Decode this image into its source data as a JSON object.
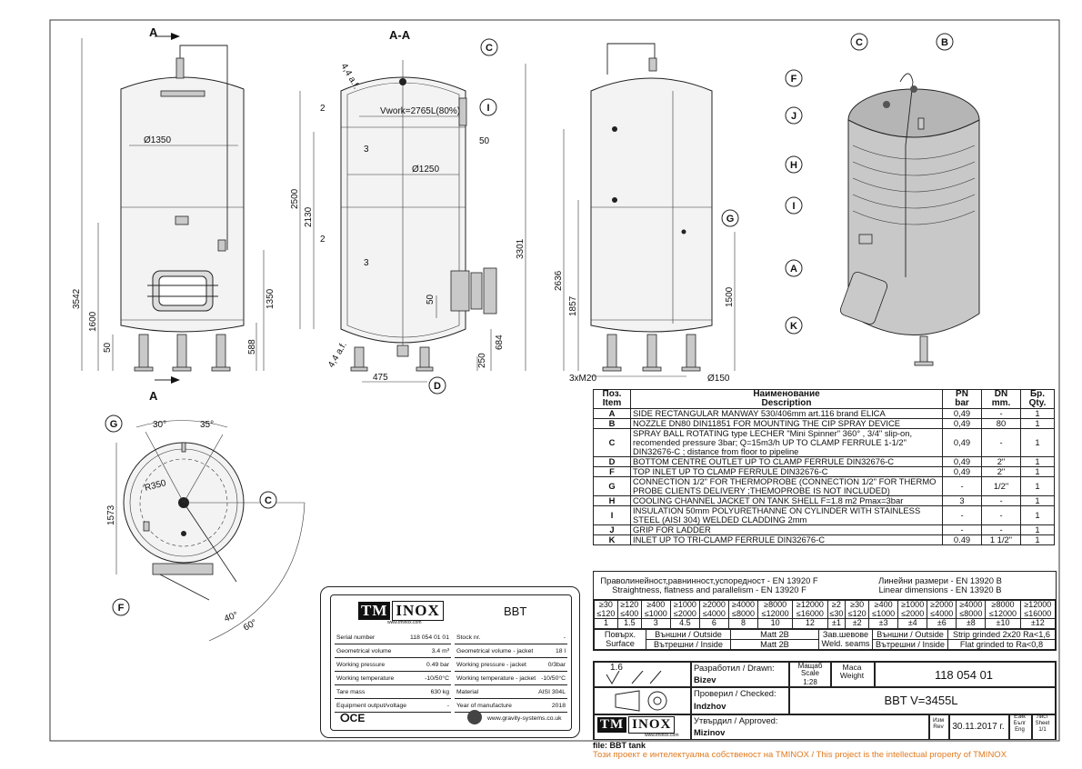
{
  "views": {
    "section_label_top": "A",
    "section_label_bottom": "A",
    "section_title": "A-A",
    "front": {
      "diameter": "Ø1350",
      "height_total": "3542",
      "height_1600": "1600",
      "height_50": "50",
      "height_1350": "1350",
      "height_588": "588"
    },
    "section": {
      "weld_top": "4,4 a.f.",
      "weld_bottom": "4,4 a.f.",
      "vwork": "Vwork=2765L(80%)",
      "dim_2_top": "2",
      "dim_3_top": "3",
      "dim_50_right": "50",
      "diameter_inner": "Ø1250",
      "height_2500": "2500",
      "height_2130": "2130",
      "dim_2_mid": "2",
      "dim_3_mid": "3",
      "height_3301": "3301",
      "height_50": "50",
      "height_684": "684",
      "height_250": "250",
      "dim_475": "475"
    },
    "side": {
      "height_2636": "2636",
      "height_1857": "1857",
      "height_1500": "1500",
      "legs": "3xM20",
      "leg_dia": "Ø150"
    },
    "plan": {
      "angle_30": "30°",
      "angle_35": "35°",
      "radius": "R350",
      "height_1573": "1573",
      "angle_40": "40°",
      "angle_60": "60°"
    },
    "callouts": [
      "A",
      "B",
      "C",
      "D",
      "F",
      "G",
      "H",
      "I",
      "J",
      "K"
    ]
  },
  "parts_table": {
    "head_pos": "Поз.",
    "head_item": "Item",
    "head_name": "Наименование",
    "head_desc": "Description",
    "head_pn": "PN",
    "head_bar": "bar",
    "head_dn": "DN",
    "head_mm": "mm.",
    "head_qty_bg": "Бр.",
    "head_qty": "Qty.",
    "rows": [
      {
        "item": "A",
        "desc": "SIDE RECTANGULAR MANWAY 530/406mm art.116 brand ELICA",
        "pn": "0,49",
        "dn": "-",
        "qty": "1"
      },
      {
        "item": "B",
        "desc": "NOZZLE DN80 DIN11851 FOR MOUNTING THE CIP SPRAY DEVICE",
        "pn": "0,49",
        "dn": "80",
        "qty": "1"
      },
      {
        "item": "C",
        "desc": "SPRAY BALL ROTATING type LECHER \"Mini Spinner\" 360° , 3/4\" slip-on, recomended pressure 3bar; Q=15m3/h UP TO CLAMP FERRULE 1-1/2\" DIN32676-C ; distance from floor to pipeline",
        "pn": "0,49",
        "dn": "-",
        "qty": "1"
      },
      {
        "item": "D",
        "desc": "BOTTOM CENTRE OUTLET UP TO CLAMP FERRULE DIN32676-C",
        "pn": "0,49",
        "dn": "2\"",
        "qty": "1"
      },
      {
        "item": "F",
        "desc": "TOP INLET UP TO CLAMP FERRULE DIN32676-C",
        "pn": "0,49",
        "dn": "2\"",
        "qty": "1"
      },
      {
        "item": "G",
        "desc": "CONNECTION 1/2\" FOR THERMOPROBE (CONNECTION 1/2\" FOR THERMO PROBE CLIENTS DELIVERY ;THEMOPROBE IS NOT INCLUDED)",
        "pn": "-",
        "dn": "1/2\"",
        "qty": "1"
      },
      {
        "item": "H",
        "desc": "COOLING CHANNEL JACKET ON TANK SHELL F=1.8 m2 Pmax=3bar",
        "pn": "3",
        "dn": "-",
        "qty": "1"
      },
      {
        "item": "I",
        "desc": "INSULATION 50mm POLYURETHANNE ON CYLINDER WITH STAINLESS STEEL (AISI 304) WELDED CLADDING 2mm",
        "pn": "-",
        "dn": "-",
        "qty": "1"
      },
      {
        "item": "J",
        "desc": "GRIP FOR LADDER",
        "pn": "-",
        "dn": "-",
        "qty": "1"
      },
      {
        "item": "K",
        "desc": "INLET UP TO TRI-CLAMP FERRULE DIN32676-C",
        "pn": "0.49",
        "dn": "1 1/2\"",
        "qty": "1"
      }
    ]
  },
  "tolerances": {
    "left_line1": "Праволинейност,равнинност,успоредност - EN 13920 F",
    "left_line2": "Straightness, flatness and parallelism - EN 13920 F",
    "right_line1": "Линейни размери - EN 13920 B",
    "right_line2": "Linear dimensions - EN 13920 B",
    "ranges_left": [
      "≥30\n≤120",
      "≥120\n≤400",
      "≥400\n≤1000",
      "≥1000\n≤2000",
      "≥2000\n≤4000",
      "≥4000\n≤8000",
      "≥8000\n≤12000",
      "≥12000\n≤16000"
    ],
    "ranges_right": [
      "≥2\n≤30",
      "≥30\n≤120",
      "≥400\n≤1000",
      "≥1000\n≤2000",
      "≥2000\n≤4000",
      "≥4000\n≤8000",
      "≥8000\n≤12000",
      "≥12000\n≤16000"
    ],
    "values_left": [
      "1",
      "1.5",
      "3",
      "4.5",
      "6",
      "8",
      "10",
      "12"
    ],
    "values_right": [
      "±1",
      "±2",
      "±3",
      "±4",
      "±6",
      "±8",
      "±10",
      "±12"
    ]
  },
  "surface": {
    "label_bg": "Повърх.",
    "label_en": "Surface",
    "outside": "Външни / Outside",
    "inside": "Вътрешни / Inside",
    "out_val": "Matt 2B",
    "in_val": "Matt 2B",
    "weld_bg": "Зав.шевове",
    "weld_en": "Weld. seams",
    "weld_out": "Външни / Outside",
    "weld_in": "Вътрешни / Inside",
    "weld_out_val": "Strip grinded 2x20 Ra<1,6",
    "weld_in_val": "Flat grinded to Ra<0,8"
  },
  "title_block": {
    "roughness": "1.6",
    "drawn_label": "Разработил / Drawn:",
    "drawn_name": "Bizev",
    "scale_label": "Мащаб\nScale",
    "scale_val": "1:28",
    "weight_label": "Маса\nWeight",
    "drawing_no": "118 054 01",
    "checked_label": "Проверил / Checked:",
    "checked_name": "Indzhov",
    "title": "BBT V=3455L",
    "approved_label": "Утвърдил / Approved:",
    "approved_name": "Mizinov",
    "rev_label": "Изм\nRev",
    "date": "30.11.2017 г.",
    "lang_label": "Език\nБълг\nEng",
    "sheet_label": "Лист\nSheet\n1/1",
    "logo_tm": "TM",
    "logo_inox": "INOX",
    "logo_url": "www.tminox.com"
  },
  "name_plate": {
    "logo_tm": "TM",
    "logo_inox": "INOX",
    "logo_url": "www.tminox.com",
    "model": "BBT",
    "rows_left": [
      {
        "k": "Serial number",
        "v": "118 054 01 01"
      },
      {
        "k": "Geometrical volume",
        "v": "3.4 m³"
      },
      {
        "k": "Working pressure",
        "v": "0.49 bar"
      },
      {
        "k": "Working temperature",
        "v": "-10/50°C"
      },
      {
        "k": "Tare mass",
        "v": "630 kg"
      },
      {
        "k": "Equipment output/voltage",
        "v": "-"
      }
    ],
    "rows_right": [
      {
        "k": "Stock nr.",
        "v": "-"
      },
      {
        "k": "Geometrical volume - jacket",
        "v": "18 l"
      },
      {
        "k": "Working pressure - jacket",
        "v": "0/3bar"
      },
      {
        "k": "Working temperature - jacket",
        "v": "-10/50°C"
      },
      {
        "k": "Material",
        "v": "AISI 304L"
      },
      {
        "k": "Year of manufacture",
        "v": "2018"
      }
    ],
    "marks": "ⵔCE",
    "website": "www.gravity-systems.co.uk"
  },
  "footer": {
    "file": "file: BBT tank",
    "notice": "Този проект е интелектуална собственост на TMINOX / This project is the intellectual property of TMINOX"
  },
  "colors": {
    "notice": "#e07a1f"
  }
}
